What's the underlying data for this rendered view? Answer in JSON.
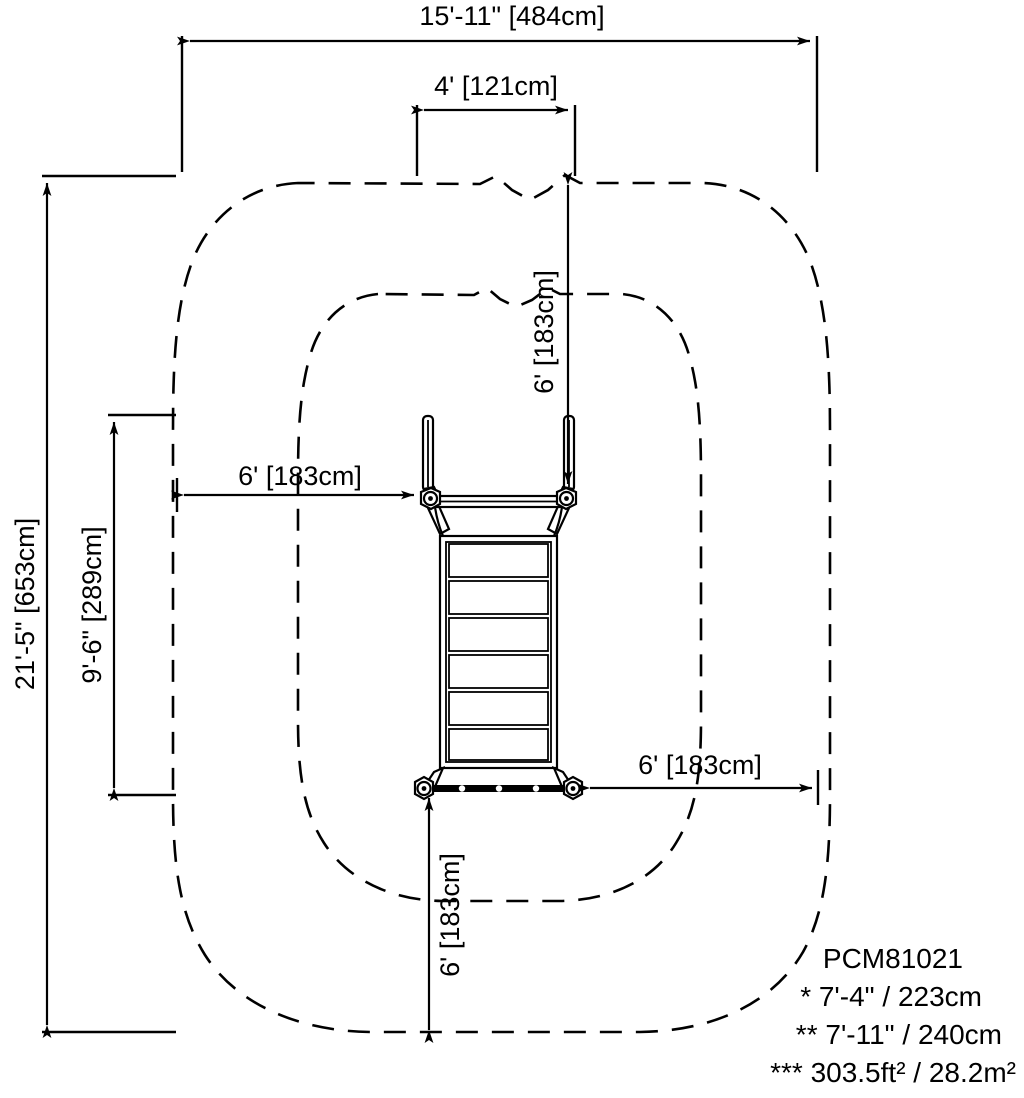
{
  "drawing": {
    "title": "Playground Plan View with Safety Zone",
    "model_number": "PCM81021",
    "background_color": "#ffffff",
    "line_color": "#000000"
  },
  "dimensions": {
    "overall_width": {
      "label": "15'-11\" [484cm]",
      "feet_inches": "15'-11\"",
      "metric": "484cm",
      "orientation": "horizontal",
      "position": "top"
    },
    "structure_width": {
      "label": "4' [121cm]",
      "feet_inches": "4'",
      "metric": "121cm",
      "orientation": "horizontal",
      "position": "top-center"
    },
    "overall_height": {
      "label": "21'-5\" [653cm]",
      "feet_inches": "21'-5\"",
      "metric": "653cm",
      "orientation": "vertical",
      "position": "left-outer"
    },
    "structure_height": {
      "label": "9'-6\" [289cm]",
      "feet_inches": "9'-6\"",
      "metric": "289cm",
      "orientation": "vertical",
      "position": "left-inner"
    },
    "clearance_top": {
      "label": "6' [183cm]",
      "feet_inches": "6'",
      "metric": "183cm",
      "orientation": "vertical",
      "position": "top-center"
    },
    "clearance_left": {
      "label": "6' [183cm]",
      "feet_inches": "6'",
      "metric": "183cm",
      "orientation": "horizontal",
      "position": "middle-left"
    },
    "clearance_right": {
      "label": "6' [183cm]",
      "feet_inches": "6'",
      "metric": "183cm",
      "orientation": "horizontal",
      "position": "lower-right"
    },
    "clearance_bottom": {
      "label": "6' [183cm]",
      "feet_inches": "6'",
      "metric": "183cm",
      "orientation": "vertical",
      "position": "bottom-center"
    }
  },
  "notes": {
    "model": "PCM81021",
    "line_1": "* 7'-4\" / 223cm",
    "line_2": "** 7'-11\" / 240cm",
    "line_3": "*** 303.5ft² / 28.2m²"
  },
  "safety_zones": {
    "outer_label": "outer safety zone boundary",
    "inner_label": "inner safety zone boundary",
    "style": "dashed"
  },
  "equipment": {
    "name": "climbing structure",
    "rung_count": 6,
    "post_count": 2
  }
}
